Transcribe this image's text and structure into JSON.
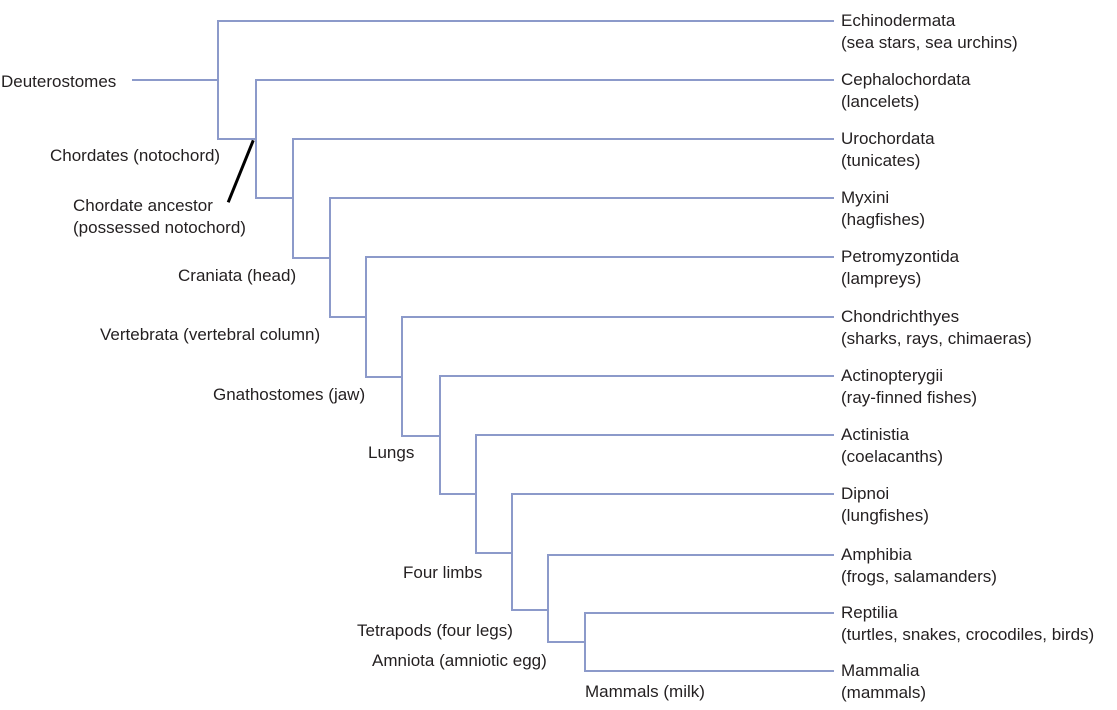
{
  "diagram": {
    "type": "cladogram",
    "subject": "Deuterostome phylogeny",
    "root_label": "Deuterostomes",
    "node_labels": {
      "chordates": "Chordates (notochord)",
      "chordate_ancestor_line1": "Chordate ancestor",
      "chordate_ancestor_line2": "(possessed notochord)",
      "craniata": "Craniata (head)",
      "vertebrata": "Vertebrata (vertebral column)",
      "gnathostomes": "Gnathostomes (jaw)",
      "lungs": "Lungs",
      "four_limbs": "Four limbs",
      "tetrapods": "Tetrapods (four legs)",
      "amniota": "Amniota (amniotic egg)",
      "mammals": "Mammals (milk)"
    },
    "taxa": [
      {
        "name": "Echinodermata",
        "common": "(sea stars, sea urchins)"
      },
      {
        "name": "Cephalochordata",
        "common": "(lancelets)"
      },
      {
        "name": "Urochordata",
        "common": "(tunicates)"
      },
      {
        "name": "Myxini",
        "common": "(hagfishes)"
      },
      {
        "name": "Petromyzontida",
        "common": "(lampreys)"
      },
      {
        "name": "Chondrichthyes",
        "common": "(sharks, rays, chimaeras)"
      },
      {
        "name": "Actinopterygii",
        "common": "(ray-finned fishes)"
      },
      {
        "name": "Actinistia",
        "common": "(coelacanths)"
      },
      {
        "name": "Dipnoi",
        "common": "(lungfishes)"
      },
      {
        "name": "Amphibia",
        "common": "(frogs, salamanders)"
      },
      {
        "name": "Reptilia",
        "common": "(turtles, snakes, crocodiles, birds)"
      },
      {
        "name": "Mammalia",
        "common": "(mammals)"
      }
    ],
    "colors": {
      "branch": "#8c9aca",
      "text": "#231f20",
      "pointer": "#000000",
      "background": "#ffffff"
    }
  }
}
